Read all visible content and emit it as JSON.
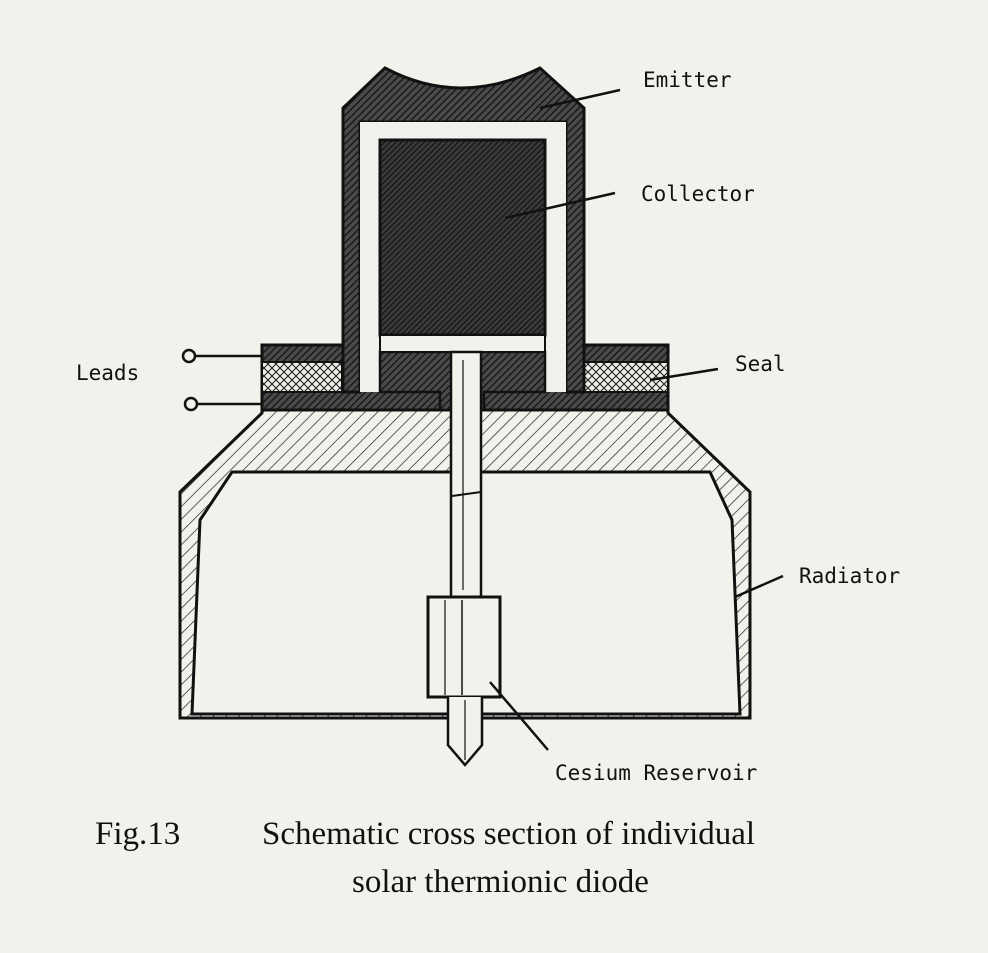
{
  "diagram": {
    "labels": {
      "emitter": "Emitter",
      "collector": "Collector",
      "leads": "Leads",
      "seal": "Seal",
      "radiator": "Radiator",
      "cesium_reservoir": "Cesium Reservoir"
    },
    "caption": {
      "figure_number": "Fig.13",
      "line1": "Schematic cross section of individual",
      "line2": "solar thermionic diode"
    }
  },
  "colors": {
    "ink": "#1a1a1a",
    "paper": "#f3f1ec"
  }
}
